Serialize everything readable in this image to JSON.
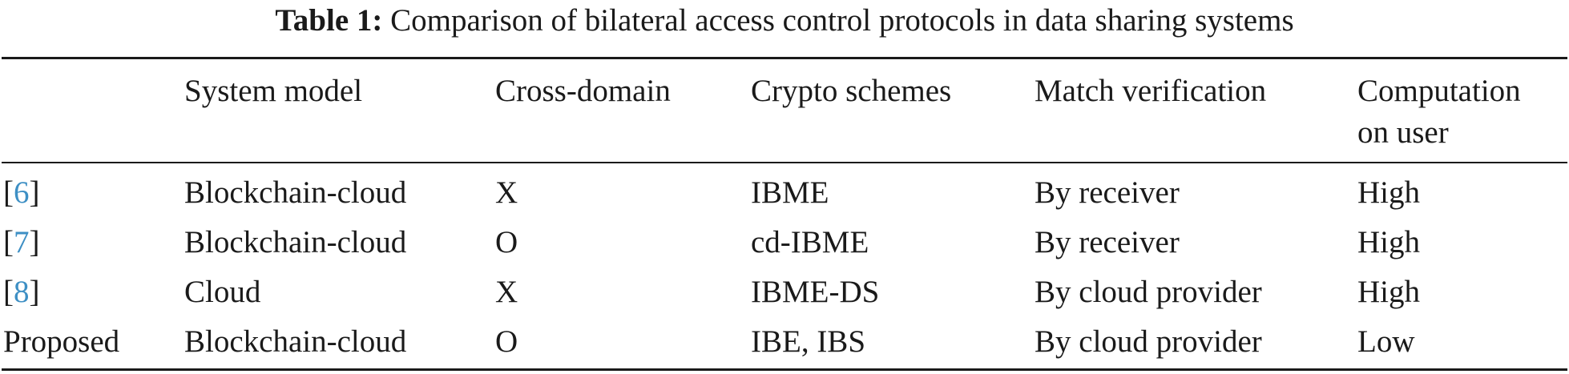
{
  "caption": {
    "label": "Table 1:",
    "text": "Comparison of bilateral access control protocols in data sharing systems"
  },
  "columns": [
    "System model",
    "Cross-domain",
    "Crypto schemes",
    "Match verification",
    "Computation",
    "on user"
  ],
  "rows": [
    {
      "ref_open": "[",
      "ref_num": "6",
      "ref_close": "]",
      "system_model": "Blockchain-cloud",
      "cross_domain": "X",
      "crypto": "IBME",
      "verification": "By receiver",
      "computation": "High"
    },
    {
      "ref_open": "[",
      "ref_num": "7",
      "ref_close": "]",
      "system_model": "Blockchain-cloud",
      "cross_domain": "O",
      "crypto": "cd-IBME",
      "verification": "By receiver",
      "computation": "High"
    },
    {
      "ref_open": "[",
      "ref_num": "8",
      "ref_close": "]",
      "system_model": "Cloud",
      "cross_domain": "X",
      "crypto": "IBME-DS",
      "verification": "By cloud provider",
      "computation": "High"
    },
    {
      "ref_label": "Proposed",
      "system_model": "Blockchain-cloud",
      "cross_domain": "O",
      "crypto": "IBE, IBS",
      "verification": "By cloud provider",
      "computation": "Low"
    }
  ],
  "colors": {
    "text": "#1a1a1a",
    "citation_link": "#3d8fc4"
  }
}
